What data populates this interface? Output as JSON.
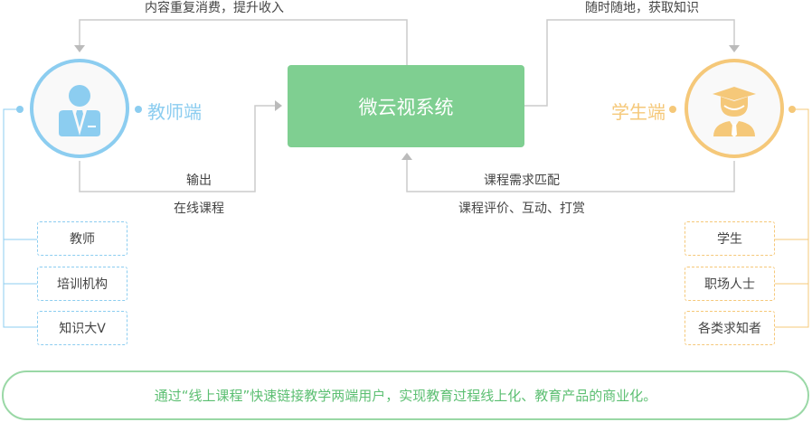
{
  "center": {
    "title": "微云视系统"
  },
  "teacher": {
    "label": "教师端",
    "items": [
      "教师",
      "培训机构",
      "知识大V"
    ]
  },
  "student": {
    "label": "学生端",
    "items": [
      "学生",
      "职场人士",
      "各类求知者"
    ]
  },
  "flows": {
    "top_left": "内容重复消费，提升收入",
    "top_right": "随时随地，获取知识",
    "bottom_left_1": "输出",
    "bottom_left_2": "在线课程",
    "bottom_right_1": "课程需求匹配",
    "bottom_right_2": "课程评价、互动、打赏"
  },
  "summary": "通过“线上课程”快速链接教学两端用户，实现教育过程线上化、教育产品的商业化。",
  "colors": {
    "green": "#7fcf91",
    "blue": "#8ccdf0",
    "orange": "#f5c879",
    "line": "#cccccc"
  }
}
